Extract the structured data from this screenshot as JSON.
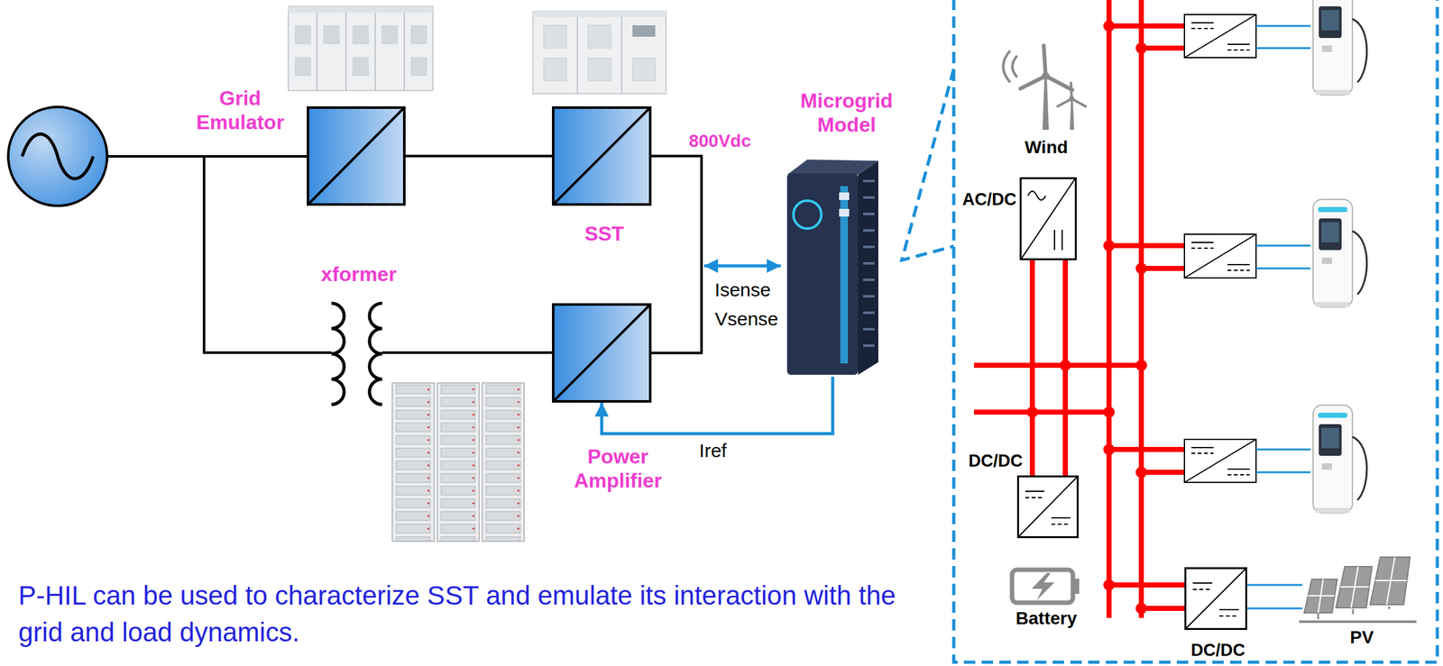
{
  "diagram": {
    "caption": "P-HIL can be used to characterize SST and emulate its interaction with the grid and load dynamics.",
    "nodes": [
      {
        "text": [
          "Grid Emulator"
        ]
      },
      {
        "text": [
          "SST"
        ]
      },
      {
        "text": [
          "Microgrid Model"
        ]
      },
      {
        "text": [
          "Power Amplifier"
        ]
      },
      {
        "text": [
          "AC/DC"
        ]
      },
      {
        "text": [
          "DC/DC"
        ]
      },
      {
        "text": [
          "DC/DC"
        ]
      }
    ],
    "edges": [
      {
        "from": 0,
        "to": 1,
        "arrow": "none"
      },
      {
        "from": 1,
        "to": 3,
        "arrow": "none"
      },
      {
        "from": 2,
        "to": 3,
        "arrow": "to",
        "label": "Iref"
      }
    ],
    "labels": [
      "xformer",
      "800Vdc",
      "Isense",
      "Vsense",
      "Wind",
      "Battery",
      "PV"
    ]
  }
}
